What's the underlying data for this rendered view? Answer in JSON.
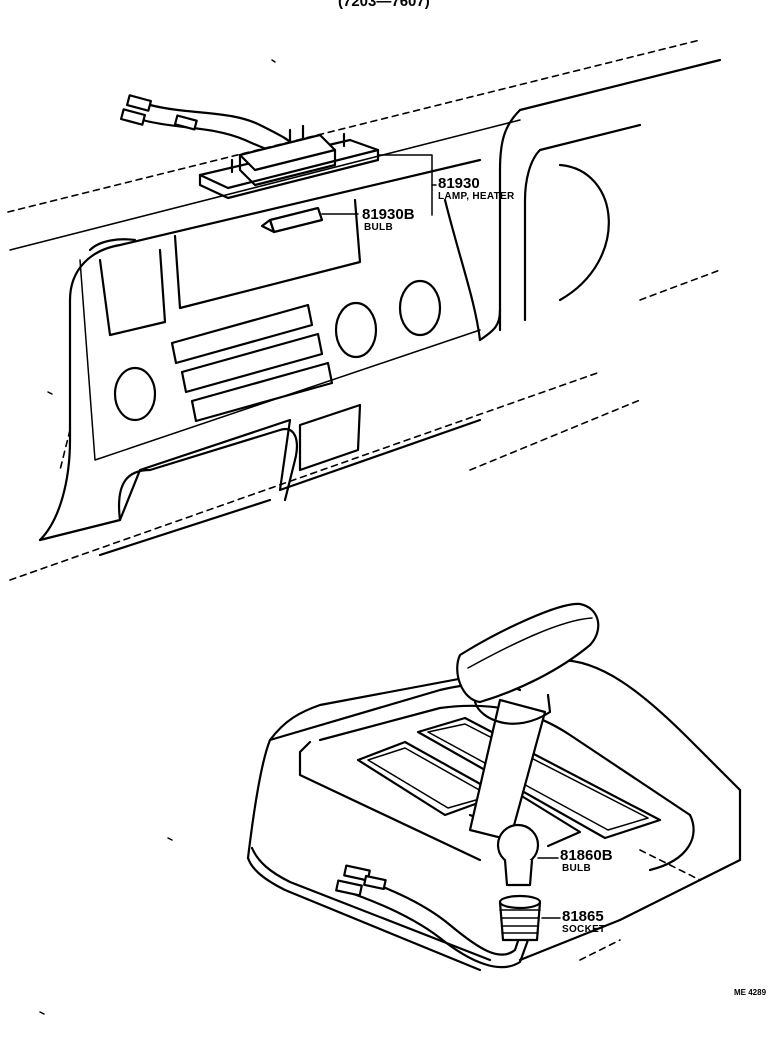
{
  "header_code": "(7203—7607)",
  "parts": [
    {
      "number": "81930",
      "name": "LAMP, HEATER"
    },
    {
      "number": "81930B",
      "name": "BULB"
    },
    {
      "number": "81860B",
      "name": "BULB"
    },
    {
      "number": "81865",
      "name": "SOCKET"
    }
  ],
  "figure_code": "ME 4289"
}
